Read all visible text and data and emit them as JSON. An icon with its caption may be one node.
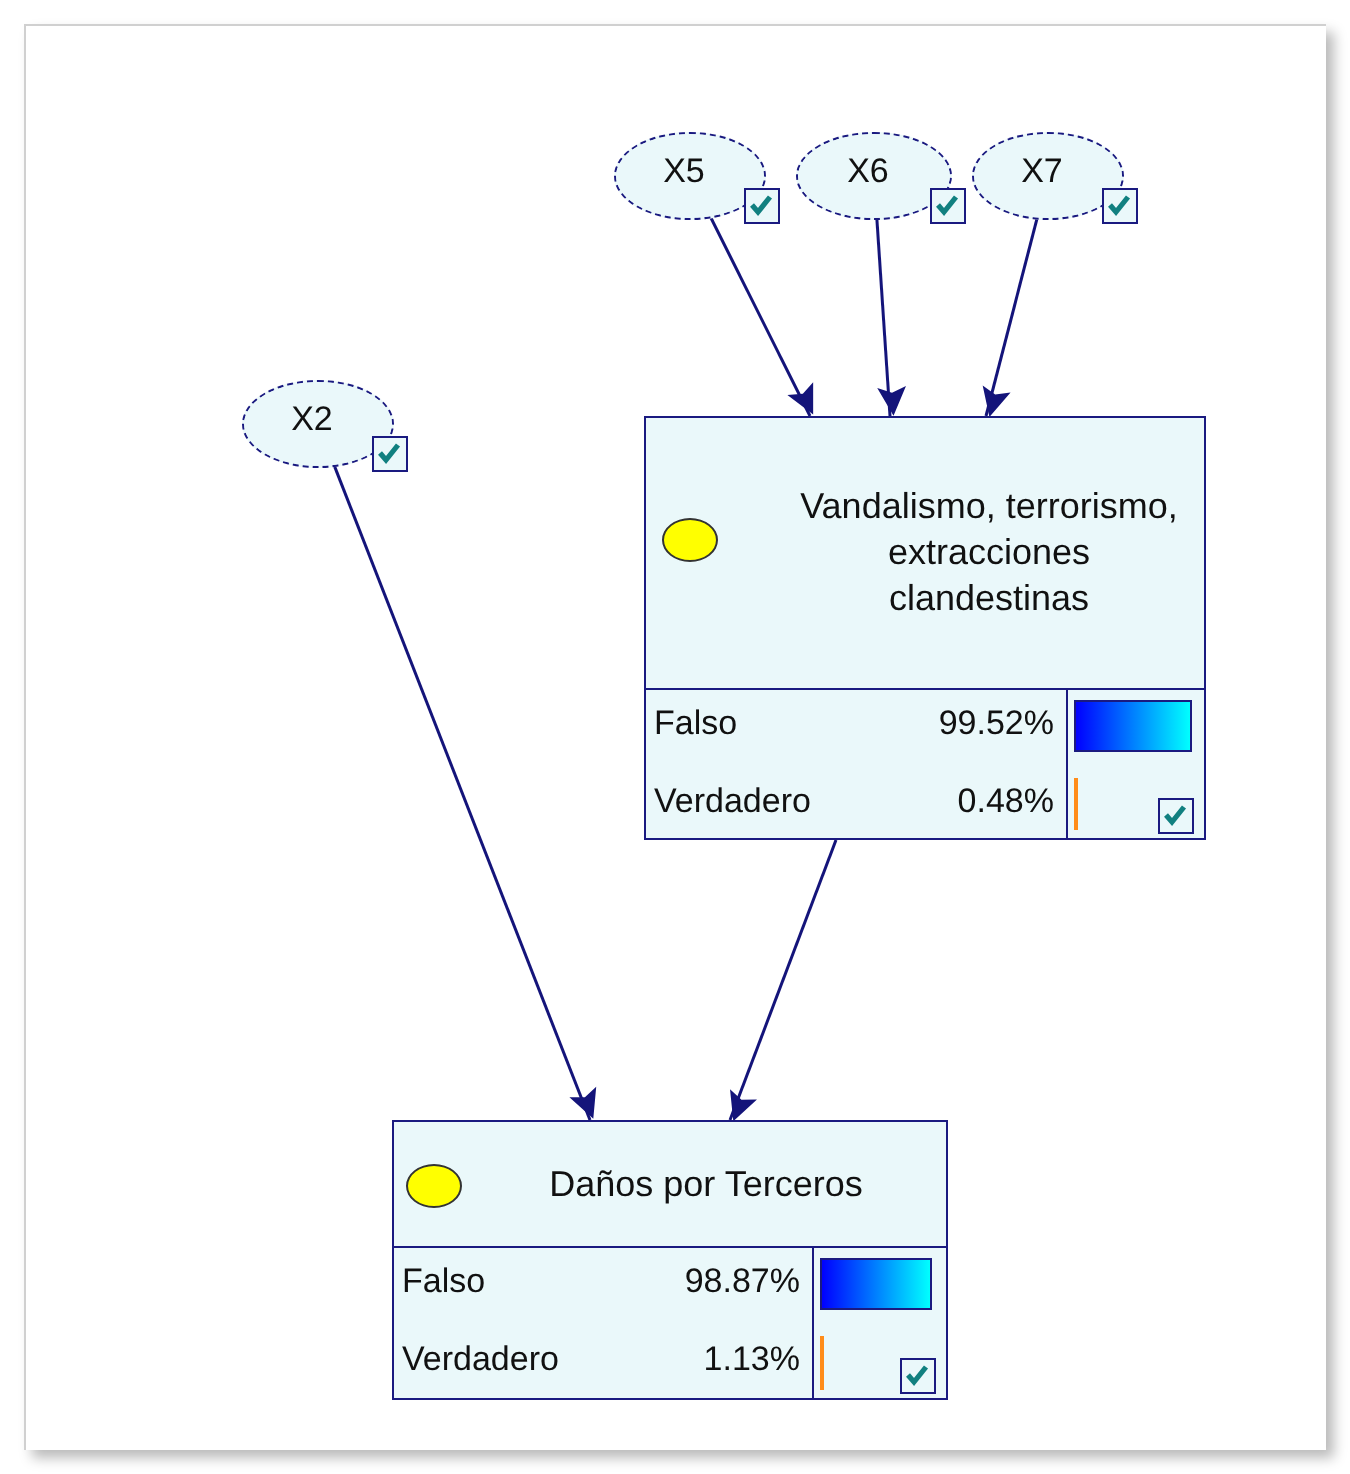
{
  "diagram": {
    "nodes": [
      {
        "text": [
          "X5"
        ]
      },
      {
        "text": [
          "X6"
        ]
      },
      {
        "text": [
          "X7"
        ]
      },
      {
        "text": [
          "X2"
        ]
      },
      {
        "text": [
          "Vandalismo, terrorismo, extracciones clandestinas",
          "Falso",
          "99.52%",
          "Verdadero",
          "0.48%"
        ]
      },
      {
        "text": [
          "Daños por Terceros",
          "Falso",
          "98.87%",
          "Verdadero",
          "1.13%"
        ]
      }
    ],
    "edges": [
      {
        "from": 0,
        "to": 4,
        "arrow": "to"
      },
      {
        "from": 1,
        "to": 4,
        "arrow": "to"
      },
      {
        "from": 2,
        "to": 4,
        "arrow": "to"
      },
      {
        "from": 3,
        "to": 5,
        "arrow": "to"
      },
      {
        "from": 4,
        "to": 5,
        "arrow": "to"
      }
    ]
  }
}
